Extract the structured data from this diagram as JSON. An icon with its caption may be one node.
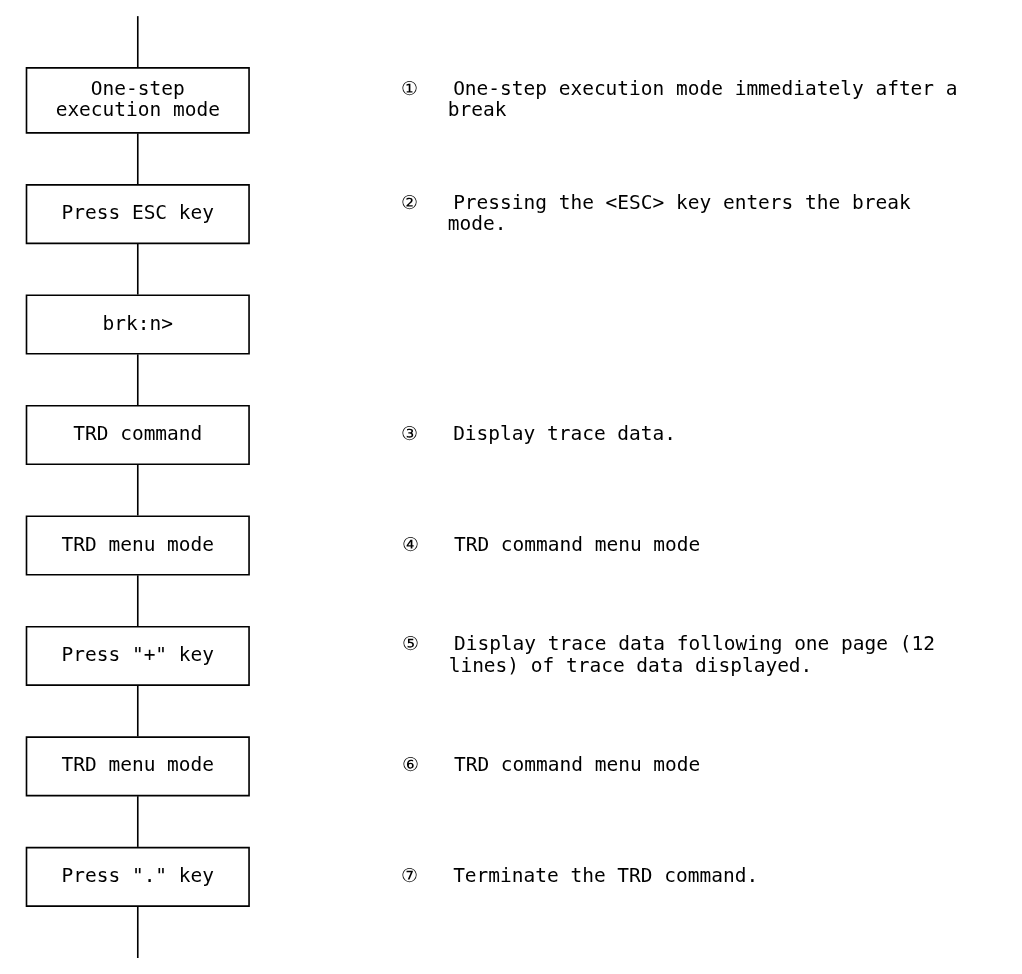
{
  "diagram": {
    "nodes": [
      {
        "text": [
          "One-step execution mode"
        ],
        "beside": [
          "①",
          "One-step execution mode immediately after a break"
        ]
      },
      {
        "text": [
          "Press ESC key"
        ],
        "beside": [
          "②",
          "Pressing the <ESC> key enters the break mode."
        ]
      },
      {
        "text": [
          "brk:n>"
        ]
      },
      {
        "text": [
          "TRD command"
        ],
        "beside": [
          "③",
          "Display trace data."
        ]
      },
      {
        "text": [
          "TRD menu mode"
        ],
        "beside": [
          "④",
          "TRD command menu mode"
        ]
      },
      {
        "text": [
          "Press \"+\" key"
        ],
        "beside": [
          "⑤",
          "Display trace data following one page (12 lines) of trace data displayed."
        ]
      },
      {
        "text": [
          "TRD menu mode"
        ],
        "beside": [
          "⑥",
          "TRD command menu mode"
        ]
      },
      {
        "text": [
          "Press \".\" key"
        ],
        "beside": [
          "⑦",
          "Terminate the TRD command."
        ]
      }
    ],
    "edges": [
      {
        "from": null,
        "to": 0,
        "arrow": "none"
      },
      {
        "from": 0,
        "to": 1,
        "arrow": "none"
      },
      {
        "from": 1,
        "to": 2,
        "arrow": "none"
      },
      {
        "from": 2,
        "to": 3,
        "arrow": "none"
      },
      {
        "from": 3,
        "to": 4,
        "arrow": "none"
      },
      {
        "from": 4,
        "to": 5,
        "arrow": "none"
      },
      {
        "from": 5,
        "to": 6,
        "arrow": "none"
      },
      {
        "from": 6,
        "to": 7,
        "arrow": "none"
      },
      {
        "from": 7,
        "to": null,
        "arrow": "none"
      }
    ]
  }
}
